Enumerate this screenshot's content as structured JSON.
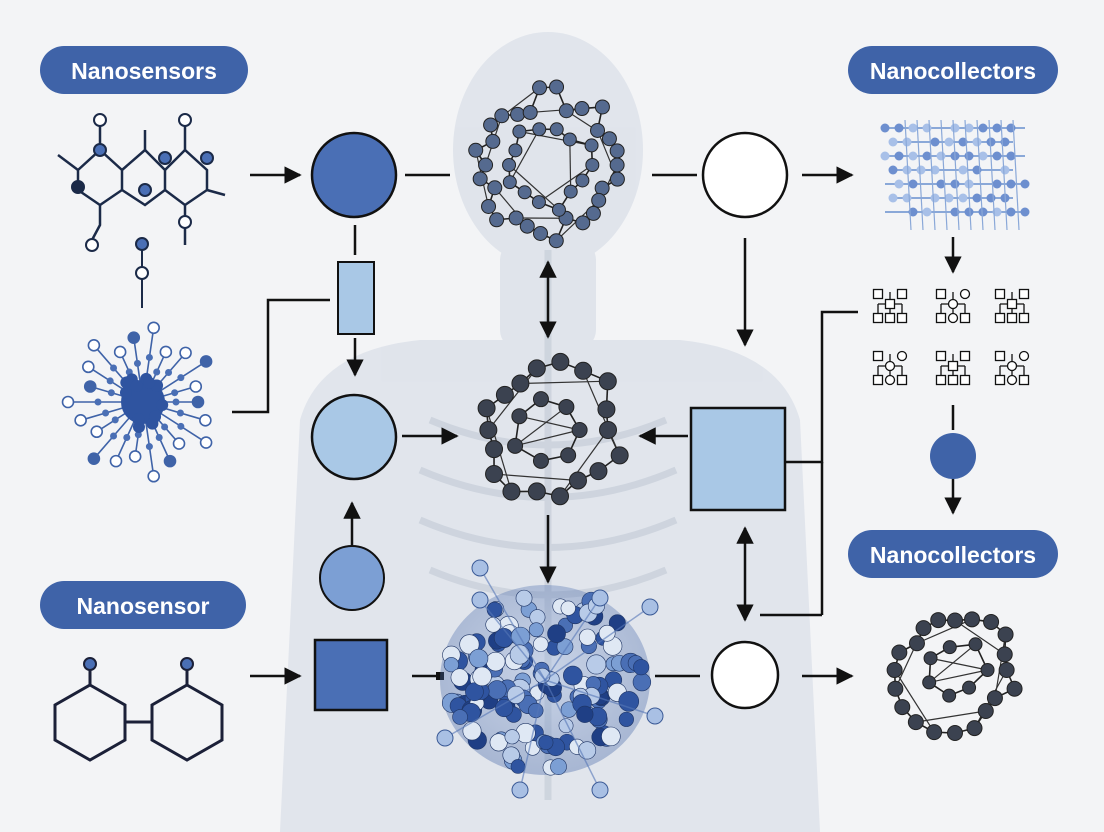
{
  "labels": {
    "top_left": "Nanosensors",
    "top_right": "Nanocollectors",
    "bottom_left": "Nanosensor",
    "mid_right": "Nanocollectors"
  },
  "colors": {
    "background": "#f3f4f6",
    "pill": "#3f63a8",
    "pill_text": "#ffffff",
    "dark_blue": "#4a6fb5",
    "light_blue": "#a9c8e6",
    "mid_blue": "#7c9fd4",
    "line": "#111111",
    "atom_dark": "#3b4250",
    "silhouette": "#d5dbe3"
  }
}
